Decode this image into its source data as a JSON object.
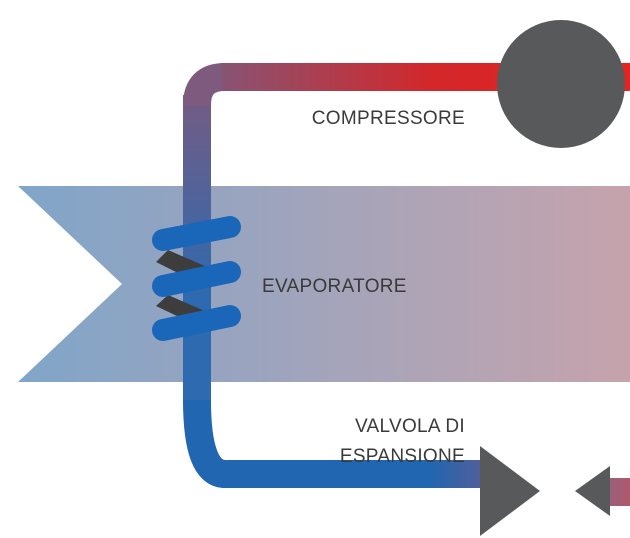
{
  "labels": {
    "compressor": "COMPRESSORE",
    "evaporator": "EVAPORATORE",
    "valve_line1": "VALVOLA DI",
    "valve_line2": "ESPANSIONE"
  },
  "colors": {
    "pipe_hot": "#e52421",
    "pipe_mid": "#7d5a7e",
    "pipe_cold": "#2d6ab0",
    "pipe_cold_bottom": "#1f6bb5",
    "coil": "#1a66b8",
    "coil_back": "#3d3d3d",
    "compressor": "#58595b",
    "valve": "#58595b",
    "band_left": "#80a5c9",
    "band_right": "#c6a3ac",
    "label_text": "#3a3a3a"
  },
  "icons": {
    "compressor": "grey-circle",
    "expansion_valve": "grey-triangles",
    "evaporator": "coil"
  }
}
